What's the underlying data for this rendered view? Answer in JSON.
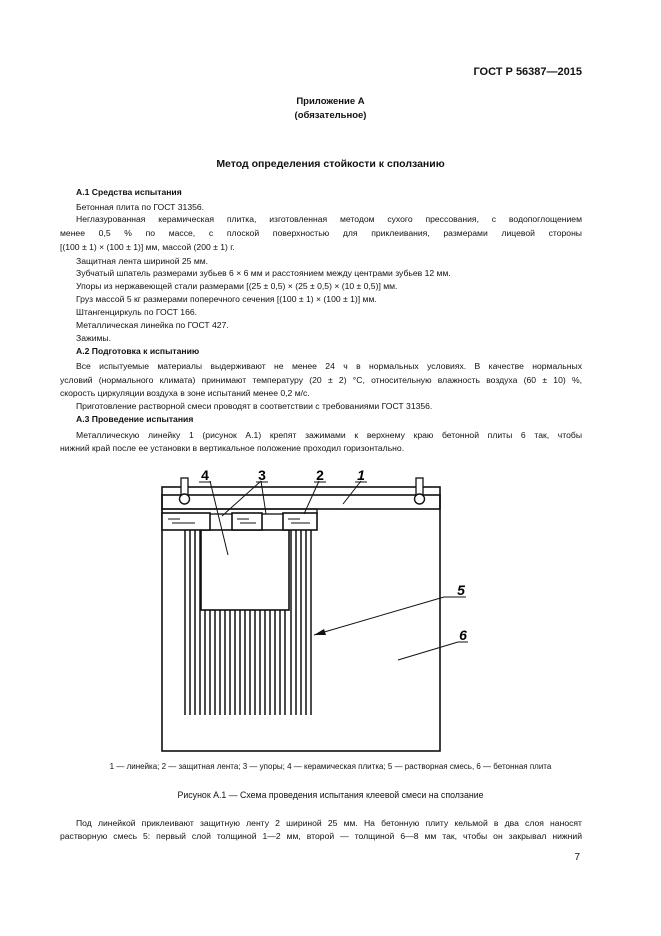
{
  "header": {
    "doc_number": "ГОСТ Р 56387—2015"
  },
  "annex": {
    "title": "Приложение А",
    "status": "(обязательное)"
  },
  "method_title": "Метод определения стойкости к сползанию",
  "sections": [
    {
      "heading": "А.1  Средства испытания",
      "lines": [
        "Бетонная плита по ГОСТ 31356.",
        "Неглазурованная керамическая плитка, изготовленная методом сухого прессования, с водопоглощением",
        "менее 0,5 % по массе, с плоской поверхностью для приклеивания, размерами лицевой стороны",
        "[(100 ± 1) × (100 ± 1)] мм, массой (200 ± 1) г.",
        "Защитная лента шириной 25 мм.",
        "Зубчатый шпатель размерами зубьев 6 × 6 мм и расстоянием между центрами зубьев 12 мм.",
        "Упоры из нержавеющей стали размерами [(25 ± 0,5) × (25 ± 0,5) × (10 ± 0,5)] мм.",
        "Груз массой 5 кг размерами поперечного сечения [(100 ± 1) × (100 ± 1)] мм.",
        "Штангенциркуль по ГОСТ 166.",
        "Металлическая линейка по ГОСТ 427.",
        "Зажимы."
      ]
    },
    {
      "heading": "А.2  Подготовка к испытанию",
      "lines": [
        "Все испытуемые материалы выдерживают не менее 24 ч в нормальных условиях. В качестве нормальных",
        "условий (нормального климата) принимают температуру (20 ± 2) °С, относительную влажность воздуха (60 ± 10) %,",
        "скорость циркуляции воздуха в зоне испытаний менее 0,2 м/с.",
        "Приготовление растворной смеси проводят в соответствии с требованиями ГОСТ 31356."
      ]
    },
    {
      "heading": "А.3  Проведение испытания",
      "lines": [
        "Металлическую линейку 1 (рисунок А.1) крепят зажимами к верхнему краю бетонной плиты 6 так, чтобы",
        "нижний край после ее установки в вертикальное положение проходил горизонтально."
      ]
    }
  ],
  "figure": {
    "labels": [
      "4",
      "3",
      "2",
      "1",
      "5",
      "6"
    ],
    "legend": "1 — линейка; 2 — защитная лента; 3 — упоры; 4 — керамическая плитка; 5 — растворная смесь, 6 — бетонная плита",
    "caption": "Рисунок А.1 — Схема проведения испытания клеевой смеси на сползание"
  },
  "after_figure": {
    "lines": [
      "Под линейкой приклеивают защитную ленту 2 шириной 25 мм. На бетонную плиту кельмой в два слоя наносят",
      "растворную смесь 5: первый слой толщиной 1—2 мм, второй — толщиной 6—8 мм так, чтобы он закрывал нижний"
    ]
  },
  "page_number": "7"
}
